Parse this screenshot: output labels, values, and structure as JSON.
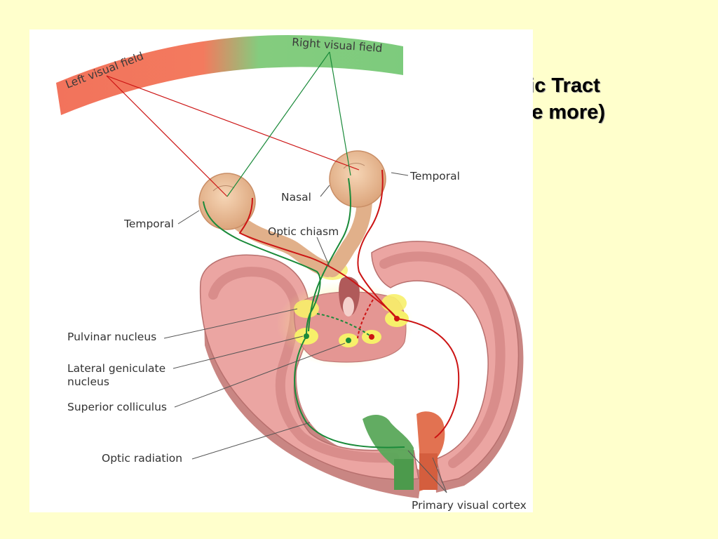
{
  "slide": {
    "title_line1": "Optic Tract",
    "title_line2": "(once more)"
  },
  "figure": {
    "labels": {
      "left_visual_field": "Left visual field",
      "right_visual_field": "Right visual field",
      "temporal_left": "Temporal",
      "nasal": "Nasal",
      "temporal_right": "Temporal",
      "optic_chiasm": "Optic chiasm",
      "pulvinar_nucleus": "Pulvinar nucleus",
      "lateral_geniculate_line1": "Lateral geniculate",
      "lateral_geniculate_line2": "nucleus",
      "superior_colliculus": "Superior colliculus",
      "optic_radiation": "Optic radiation",
      "primary_visual_cortex": "Primary visual cortex"
    },
    "colors": {
      "slide_background": "#ffffcc",
      "left_field": "#f0705a",
      "right_field": "#7ccc80",
      "left_pathway": "#cc1414",
      "right_pathway": "#1a8a3a",
      "brain_tissue": "#eba5a2",
      "nuclei": "#f7f06a"
    }
  }
}
